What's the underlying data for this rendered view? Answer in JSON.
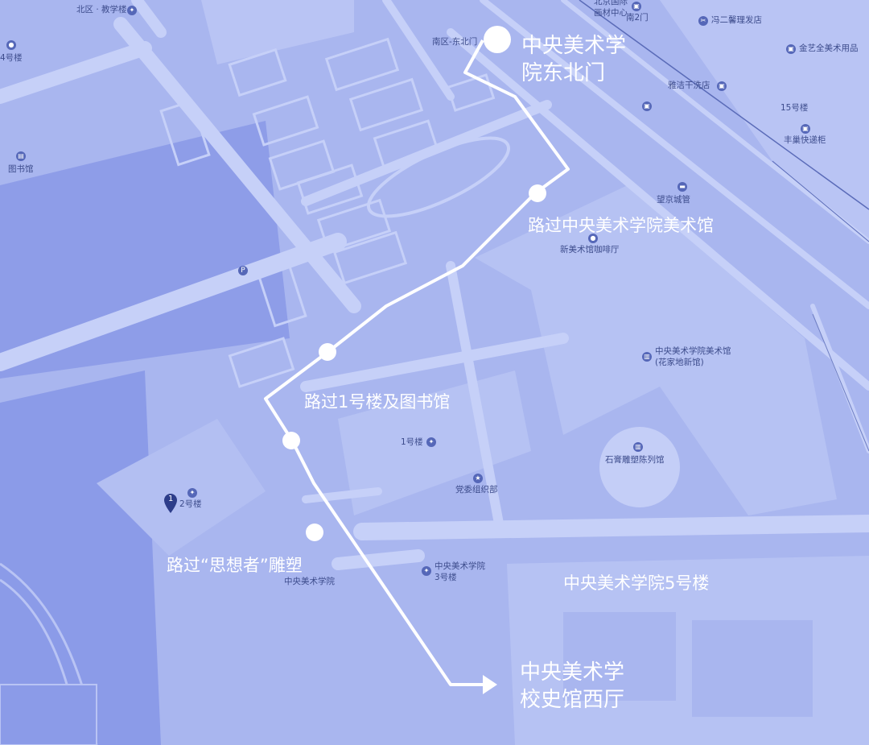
{
  "map": {
    "colors": {
      "background": "#a9b6ef",
      "block": "#b6c2f3",
      "road": "#c6d0f8",
      "field": "#8b9be8",
      "route": "#ffffff",
      "poi_text": "#3d4c8c",
      "poi_icon": "#5567b8"
    },
    "route_labels": {
      "start": "中央美术学\n院东北门",
      "museum": "路过中央美术学院美术馆",
      "building1": "路过1号楼及图书馆",
      "thinker": "路过“思想者”雕塑",
      "building5": "中央美术学院5号楼",
      "end": "中央美术学\n校史馆西厅"
    },
    "pois": {
      "north_teaching": "北区 · 教学楼",
      "bldg4": "4号楼",
      "library": "图书馆",
      "south_east_gate": "南区-东北门",
      "beijing_intl_1": "北京国际",
      "beijing_intl_2": "画材中心",
      "south_gate2": "南2门",
      "fengerhui": "冯二馨理发店",
      "jinyiquan": "金艺全美术用品",
      "yajie": "雅洁干洗店",
      "bldg15": "15号楼",
      "fengchao": "丰巢快递柜",
      "wangjing_city": "望京城管",
      "new_museum_cafe": "新美术馆咖啡厅",
      "museum_1": "中央美术学院美术馆",
      "museum_2": "(花家地新馆)",
      "shicheng": "石膏雕塑陈列馆",
      "bldg1": "1号楼",
      "party_committee": "党委组织部",
      "bldg2": "2号楼",
      "cafa": "中央美术学院",
      "bldg3_1": "中央美术学院",
      "bldg3_2": "3号楼",
      "parking": "P",
      "pin_number": "1"
    },
    "icons": [
      "school-icon",
      "poi-icon",
      "star-icon",
      "parking-icon",
      "map-pin-icon",
      "arrow-head-icon"
    ]
  }
}
